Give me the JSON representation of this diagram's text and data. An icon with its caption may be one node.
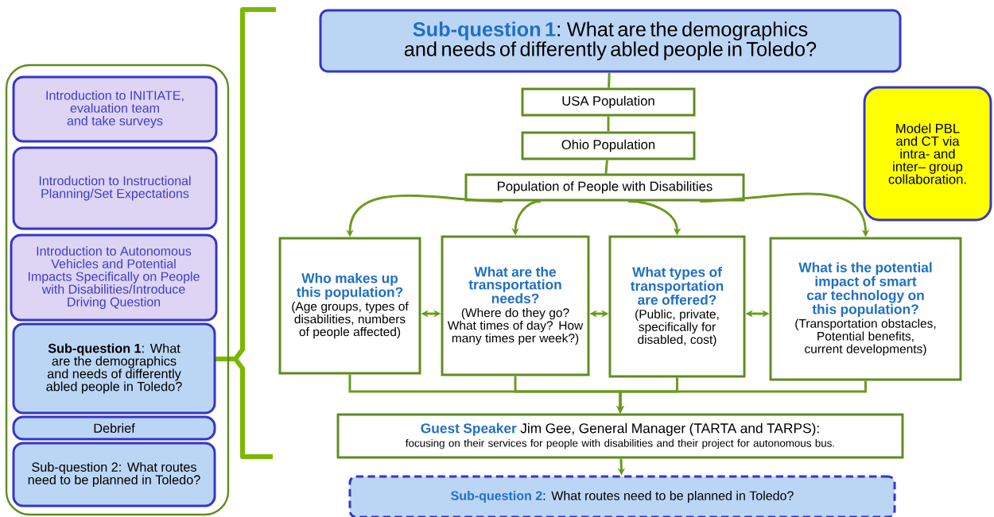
{
  "diagram": {
    "nodes": [
      {
        "text": [],
        "shape": "box"
      },
      {
        "text": [
          "Introduction to INITIATE, evaluation team and take surveys"
        ],
        "in": 0
      },
      {
        "text": [
          "Introduction to Instructional Planning/Set Expectations"
        ],
        "in": 0
      },
      {
        "text": [
          "Introduction to Autonomous Vehicles and Potential Impacts Specifically on People with Disabilities/Introduce Driving Question"
        ],
        "in": 0
      },
      {
        "text": [
          "**Sub-question 1**: What are the demographics and needs of differently abled people in Toledo?"
        ],
        "in": 0
      },
      {
        "text": [
          "Debrief"
        ],
        "in": 0
      },
      {
        "text": [
          "Sub-question 2: What routes need to be planned in Toledo?"
        ],
        "in": 0
      },
      {
        "text": [
          "**Sub-question 1**: What are the demographics and needs of differently abled people in Toledo?"
        ]
      },
      {
        "text": [
          "USA Population"
        ]
      },
      {
        "text": [
          "Ohio Population"
        ]
      },
      {
        "text": [
          "Population of People with Disabilities"
        ]
      },
      {
        "text": [
          "Who makes up this population?",
          "(Age groups, types of disabilities, numbers of people affected)"
        ]
      },
      {
        "text": [
          "What are the transportation needs?",
          "(Where do they go? What times of day? How many times per week?)"
        ]
      },
      {
        "text": [
          "What types of transportation are offered?",
          "(Public,  private, specifically for disabled, cost)"
        ]
      },
      {
        "text": [
          "What is the potential impact of smart car technology on this population?",
          "(Transportation obstacles, Potential benefits, current developments)"
        ]
      },
      {
        "text": [
          "**Guest Speaker** Jim Gee, General Manager (TARTA and TARPS):",
          "focusing on their services for people with disabilities and their project for autonomous bus."
        ]
      },
      {
        "text": [
          "**Sub-question 2**: What routes need to be planned in Toledo?"
        ]
      },
      {
        "text": [
          "Model PBL and CT via intra- and inter– group collaboration."
        ]
      }
    ],
    "edges": [
      {
        "from": 7,
        "to": 8,
        "arrow": "none"
      },
      {
        "from": 8,
        "to": 9,
        "arrow": "none"
      },
      {
        "from": 9,
        "to": 10,
        "arrow": "none"
      },
      {
        "from": 10,
        "to": 11,
        "arrow": "to"
      },
      {
        "from": 10,
        "to": 12,
        "arrow": "to"
      },
      {
        "from": 10,
        "to": 13,
        "arrow": "to"
      },
      {
        "from": 10,
        "to": 14,
        "arrow": "to"
      },
      {
        "from": 11,
        "to": 12,
        "arrow": "both"
      },
      {
        "from": 12,
        "to": 13,
        "arrow": "both"
      },
      {
        "from": 13,
        "to": 14,
        "arrow": "both"
      },
      {
        "from": 11,
        "to": 15,
        "arrow": "to"
      },
      {
        "from": 12,
        "to": 15,
        "arrow": "to"
      },
      {
        "from": 13,
        "to": 15,
        "arrow": "to"
      },
      {
        "from": 14,
        "to": 15,
        "arrow": "to"
      },
      {
        "from": 15,
        "to": 16,
        "arrow": "to"
      }
    ]
  }
}
